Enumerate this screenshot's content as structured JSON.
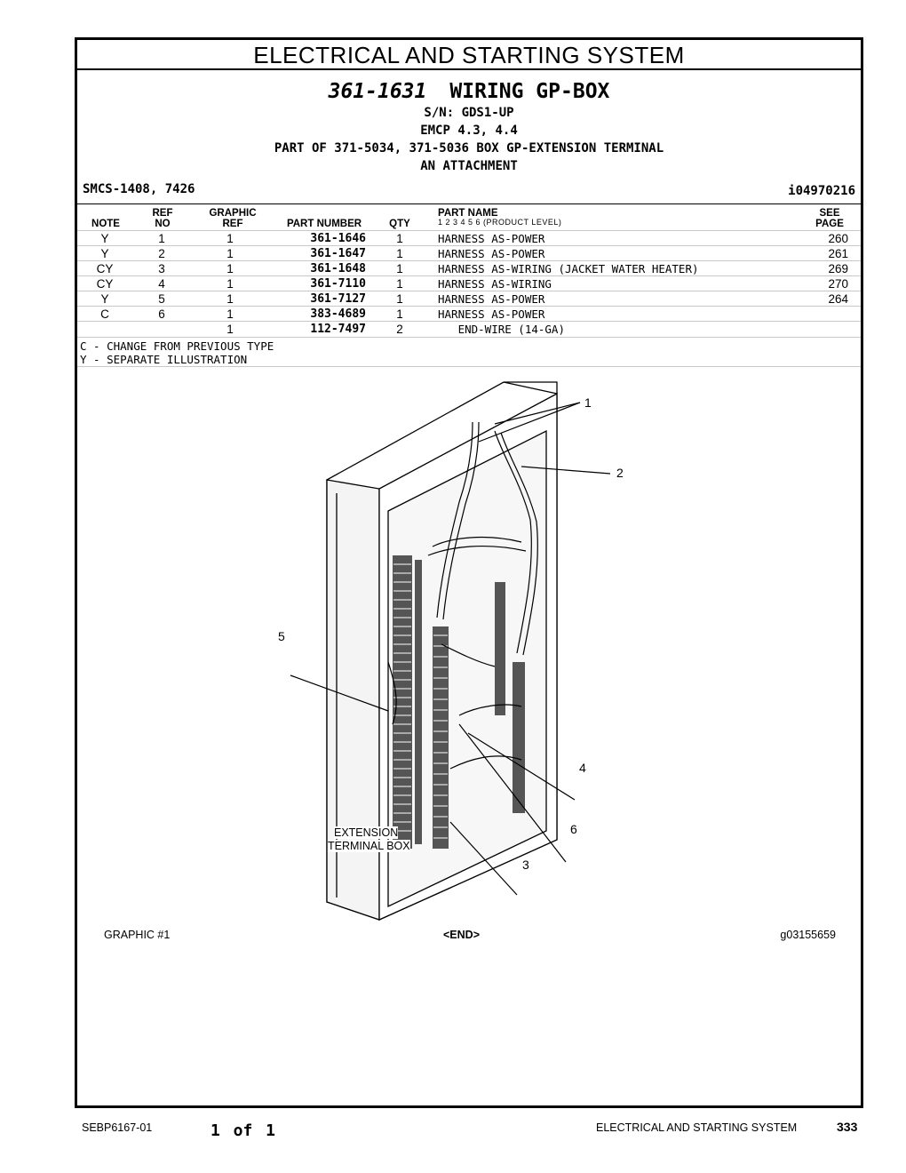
{
  "section_title": "ELECTRICAL AND STARTING SYSTEM",
  "header": {
    "part_number": "361-1631",
    "part_name": "WIRING GP-BOX",
    "serial": "S/N: GDS1-UP",
    "emcp": "EMCP 4.3, 4.4",
    "part_of": "PART OF 371-5034, 371-5036 BOX GP-EXTENSION TERMINAL",
    "attachment": "AN ATTACHMENT",
    "smcs": "SMCS-1408, 7426",
    "illustration_id": "i04970216"
  },
  "columns": {
    "note": "NOTE",
    "ref_top": "REF",
    "ref_bottom": "NO",
    "gref_top": "GRAPHIC",
    "gref_bottom": "REF",
    "part_number": "PART NUMBER",
    "qty": "QTY",
    "part_name": "PART NAME",
    "levels": "1   2   3   4   5   6   (PRODUCT LEVEL)",
    "see_top": "SEE",
    "see_bottom": "PAGE"
  },
  "rows": [
    {
      "note": "Y",
      "ref": "1",
      "gref": "1",
      "pn": "361-1646",
      "qty": "1",
      "name": "HARNESS AS-POWER",
      "page": "260"
    },
    {
      "note": "Y",
      "ref": "2",
      "gref": "1",
      "pn": "361-1647",
      "qty": "1",
      "name": "HARNESS AS-POWER",
      "page": "261"
    },
    {
      "note": "CY",
      "ref": "3",
      "gref": "1",
      "pn": "361-1648",
      "qty": "1",
      "name": "HARNESS AS-WIRING (JACKET WATER HEATER)",
      "page": "269"
    },
    {
      "note": "CY",
      "ref": "4",
      "gref": "1",
      "pn": "361-7110",
      "qty": "1",
      "name": "HARNESS AS-WIRING",
      "page": "270"
    },
    {
      "note": "Y",
      "ref": "5",
      "gref": "1",
      "pn": "361-7127",
      "qty": "1",
      "name": "HARNESS AS-POWER",
      "page": "264"
    },
    {
      "note": "C",
      "ref": "6",
      "gref": "1",
      "pn": "383-4689",
      "qty": "1",
      "name": "HARNESS AS-POWER",
      "page": ""
    },
    {
      "note": "",
      "ref": "",
      "gref": "1",
      "pn": "112-7497",
      "qty": "2",
      "name": "   END-WIRE (14-GA)",
      "page": ""
    }
  ],
  "legend": [
    "C - CHANGE FROM PREVIOUS TYPE",
    "Y - SEPARATE ILLUSTRATION"
  ],
  "graphic": {
    "callouts": [
      "1",
      "2",
      "3",
      "4",
      "5",
      "6"
    ],
    "box_label_1": "EXTENSION",
    "box_label_2": "TERMINAL BOX",
    "graphic_label": "GRAPHIC #1",
    "end_label": "<END>",
    "graphic_id": "g03155659"
  },
  "footer": {
    "doc_id": "SEBP6167-01",
    "page_of": "1 of 1",
    "section": "ELECTRICAL AND STARTING SYSTEM",
    "page_number": "333"
  }
}
